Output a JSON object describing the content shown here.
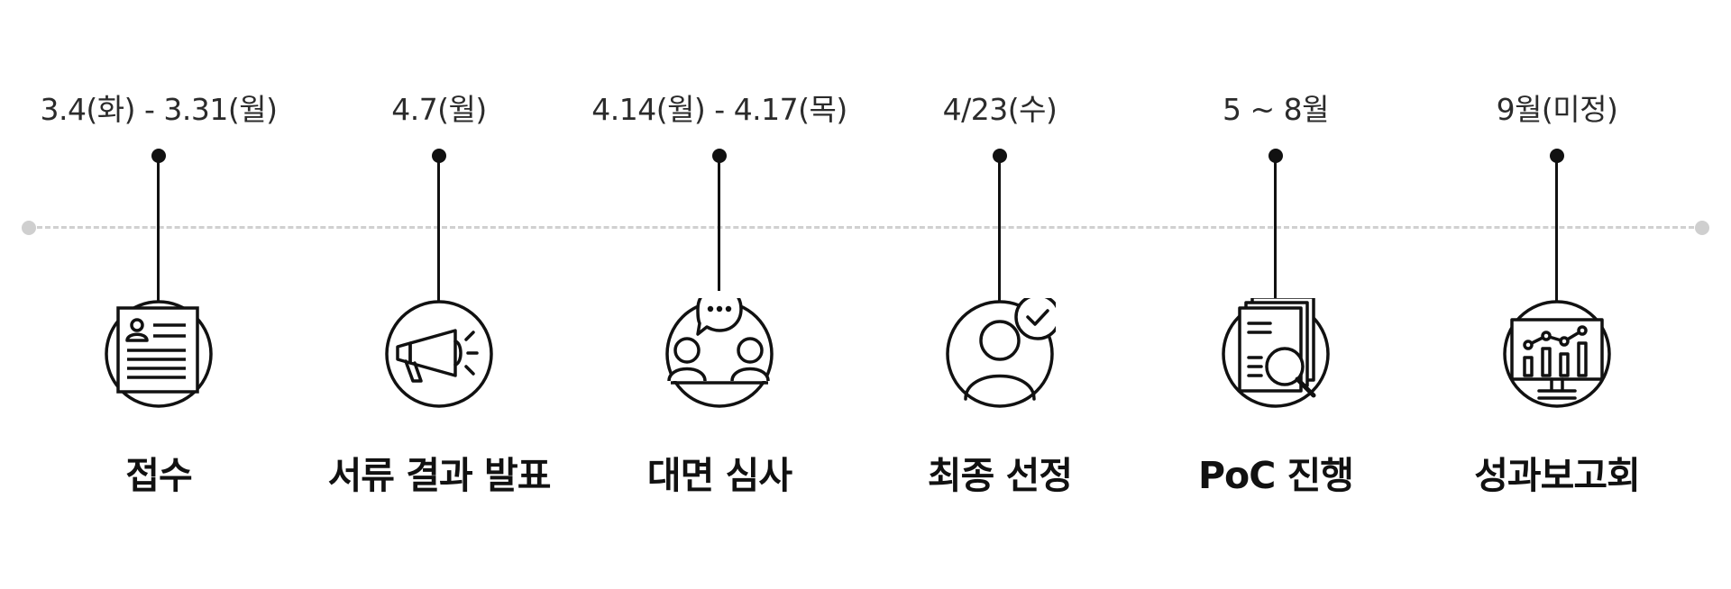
{
  "steps": [
    {
      "date": "3.4(화) - 3.31(월)",
      "label": "접수",
      "icon": "application-document-icon"
    },
    {
      "date": "4.7(월)",
      "label": "서류 결과 발표",
      "icon": "megaphone-icon"
    },
    {
      "date": "4.14(월) - 4.17(목)",
      "label": "대면 심사",
      "icon": "interview-icon"
    },
    {
      "date": "4/23(수)",
      "label": "최종 선정",
      "icon": "selected-person-icon"
    },
    {
      "date": "5 ~ 8월",
      "label": "PoC 진행",
      "icon": "document-review-icon"
    },
    {
      "date": "9월(미정)",
      "label": "성과보고회",
      "icon": "report-chart-icon"
    }
  ],
  "colors": {
    "line": "#111111",
    "dashed_line": "#d0d0d0",
    "text": "#222222"
  }
}
